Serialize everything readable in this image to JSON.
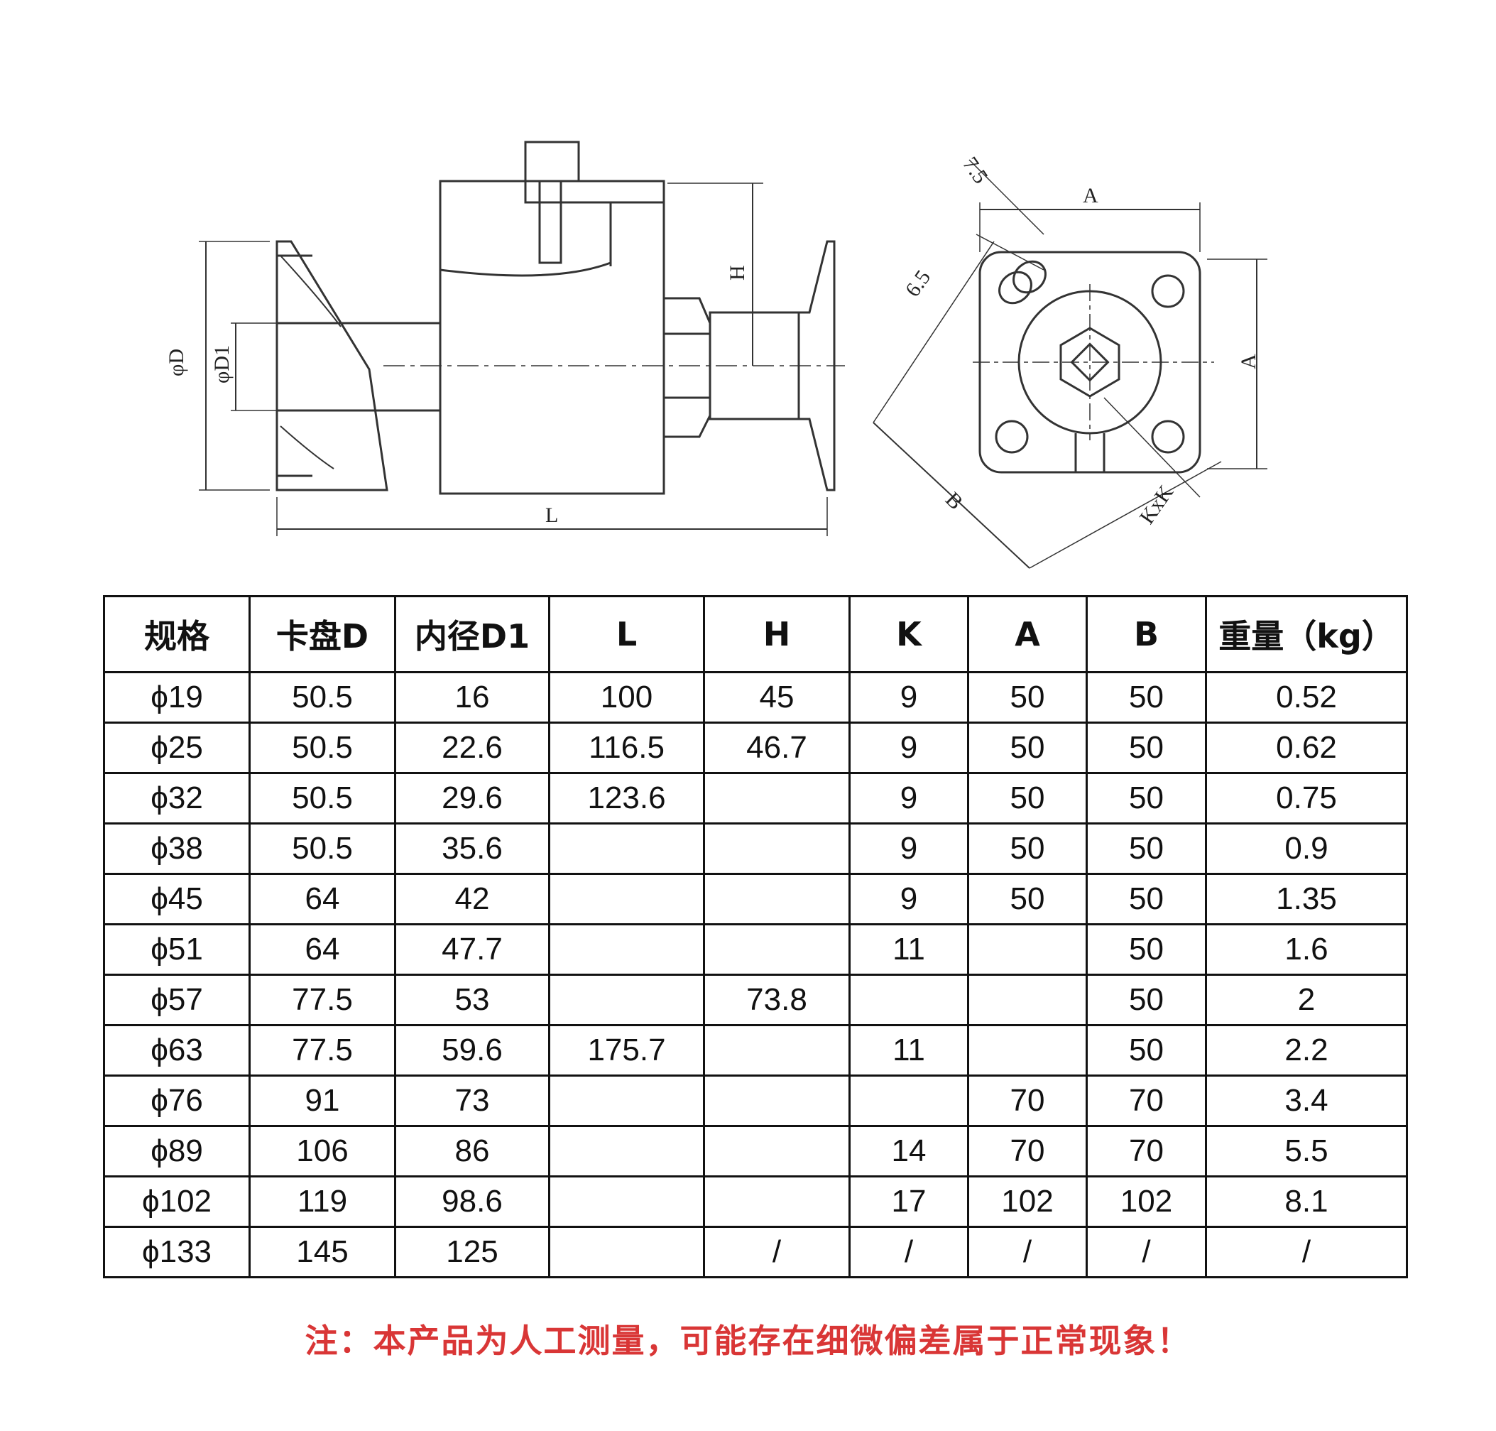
{
  "drawing_labels": {
    "phi_D": "φD",
    "phi_D1": "φD1",
    "L": "L",
    "H": "H",
    "dim_7_5": "7.5",
    "dim_6_5": "6.5",
    "A_top": "A",
    "A_right": "A",
    "B": "B",
    "KxK": "KxK"
  },
  "table": {
    "headers": [
      "规格",
      "卡盘D",
      "内径D1",
      "L",
      "H",
      "K",
      "A",
      "B",
      "重量（kg）"
    ],
    "rows": [
      [
        "ϕ19",
        "50.5",
        "16",
        "100",
        "45",
        "9",
        "50",
        "50",
        "0.52"
      ],
      [
        "ϕ25",
        "50.5",
        "22.6",
        "116.5",
        "46.7",
        "9",
        "50",
        "50",
        "0.62"
      ],
      [
        "ϕ32",
        "50.5",
        "29.6",
        "123.6",
        "",
        "9",
        "50",
        "50",
        "0.75"
      ],
      [
        "ϕ38",
        "50.5",
        "35.6",
        "",
        "",
        "9",
        "50",
        "50",
        "0.9"
      ],
      [
        "ϕ45",
        "64",
        "42",
        "",
        "",
        "9",
        "50",
        "50",
        "1.35"
      ],
      [
        "ϕ51",
        "64",
        "47.7",
        "",
        "",
        "11",
        "",
        "50",
        "1.6"
      ],
      [
        "ϕ57",
        "77.5",
        "53",
        "",
        "73.8",
        "",
        "",
        "50",
        "2"
      ],
      [
        "ϕ63",
        "77.5",
        "59.6",
        "175.7",
        "",
        "11",
        "",
        "50",
        "2.2"
      ],
      [
        "ϕ76",
        "91",
        "73",
        "",
        "",
        "",
        "70",
        "70",
        "3.4"
      ],
      [
        "ϕ89",
        "106",
        "86",
        "",
        "",
        "14",
        "70",
        "70",
        "5.5"
      ],
      [
        "ϕ102",
        "119",
        "98.6",
        "",
        "",
        "17",
        "102",
        "102",
        "8.1"
      ],
      [
        "ϕ133",
        "145",
        "125",
        "",
        "/",
        "/",
        "/",
        "/",
        "/"
      ]
    ]
  },
  "note": "注：本产品为人工测量，可能存在细微偏差属于正常现象！",
  "colors": {
    "note": "#d93636",
    "border": "#111111",
    "line": "#333333"
  }
}
